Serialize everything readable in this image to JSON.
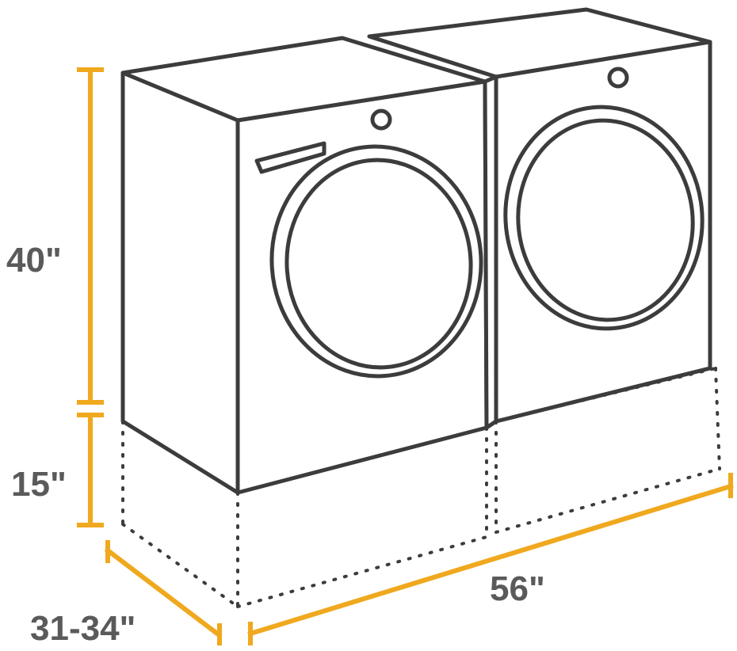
{
  "diagram": {
    "dimensions": {
      "height_upper": "40\"",
      "height_lower": "15\"",
      "depth": "31-34\"",
      "width": "56\""
    },
    "colors": {
      "dimension_line": "#F0A81E",
      "label_text": "#5A5A5A",
      "outline": "#3C3C3C",
      "pedestal_dots": "#3C3C3C"
    },
    "items": [
      "washer",
      "dryer",
      "washer-pedestal",
      "dryer-pedestal"
    ]
  }
}
